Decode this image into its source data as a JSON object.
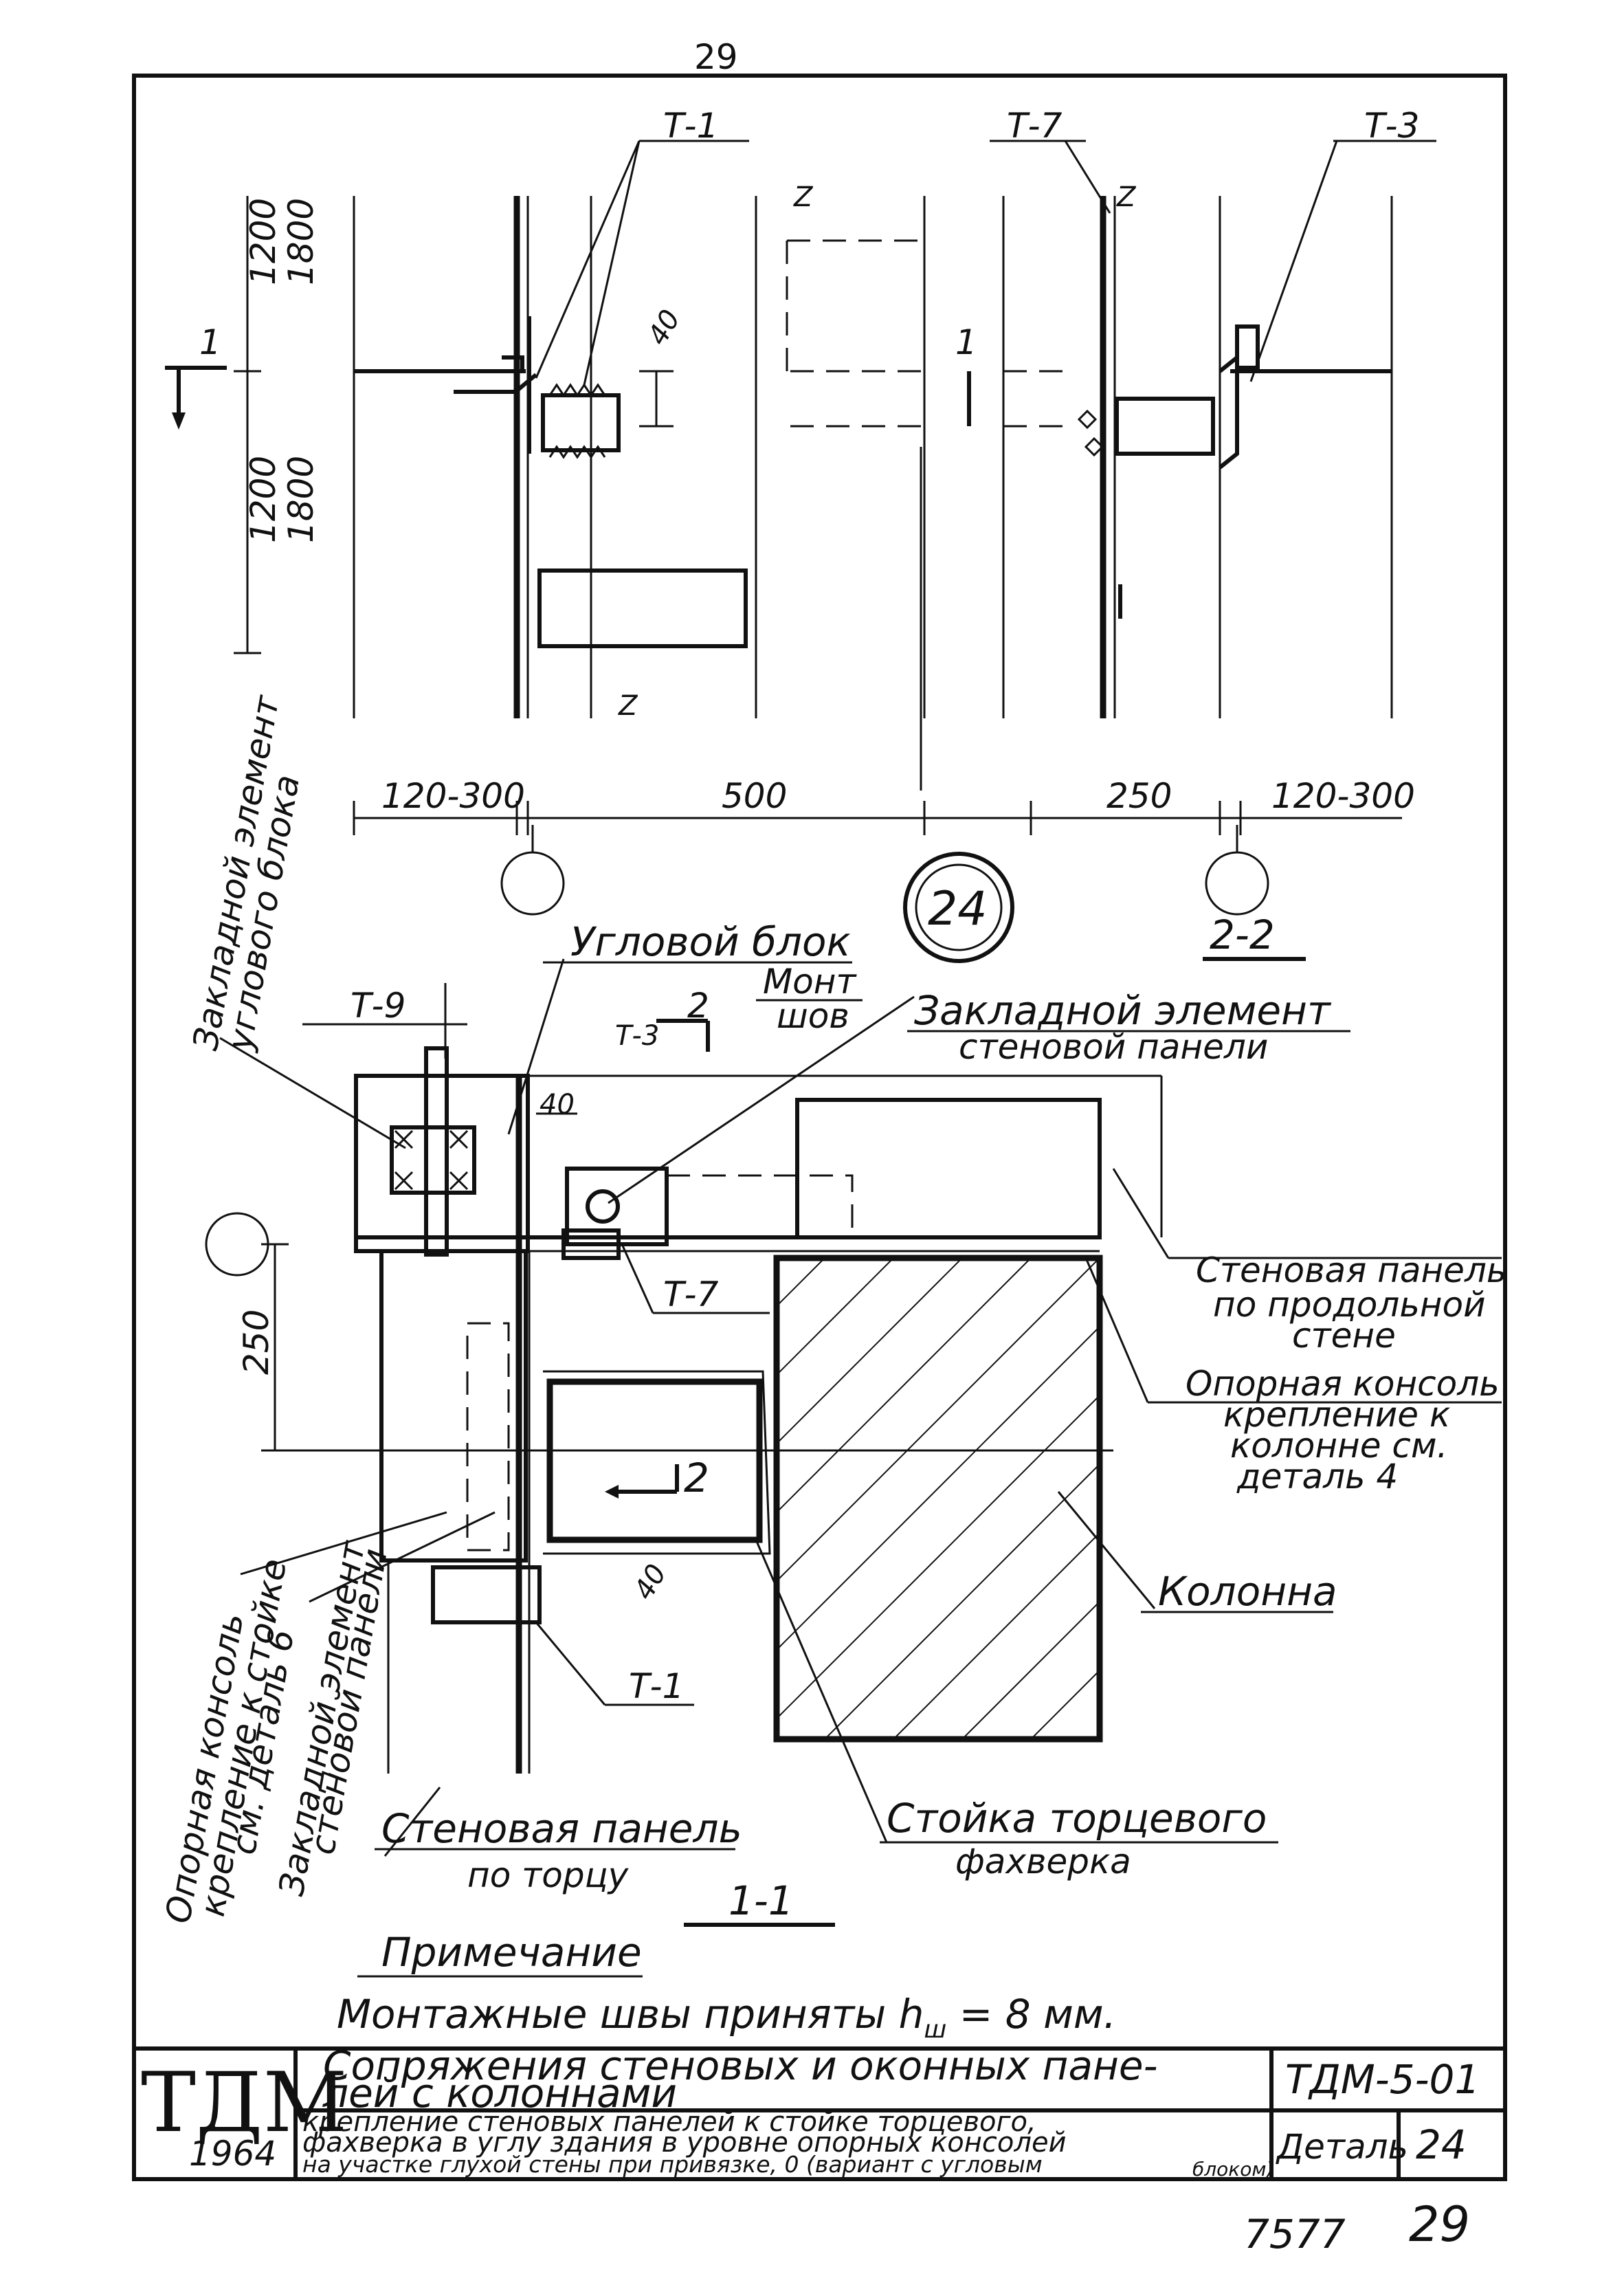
{
  "page_number_top": "29",
  "elevation": {
    "callouts": {
      "t1": "Т-1",
      "t7": "Т-7",
      "t3": "Т-3"
    },
    "dims_vertical": {
      "top_a": "1200",
      "top_b": "1800",
      "low_a": "1200",
      "low_b": "1800",
      "gap": "40"
    },
    "dims_horizontal": {
      "d1": "120-300",
      "d2": "500",
      "d3": "250",
      "d4": "120-300"
    },
    "section_marker": "1",
    "break_mark": "Z",
    "detail_number": "24",
    "section_title": "2-2"
  },
  "plan": {
    "labels": {
      "corner_block": "Угловой блок",
      "t9": "Т-9",
      "t3": "Т-3",
      "section2_top": "2",
      "mont_shov_1": "Монт",
      "mont_shov_2": "шов",
      "embed_panel_1": "Закладной элемент",
      "embed_panel_2": "стеновой панели",
      "dim40_top": "40",
      "dim250": "250",
      "t7": "Т-7",
      "long_panel_1": "Стеновая панель",
      "long_panel_2": "по продольной",
      "long_panel_3": "стене",
      "console_1": "Опорная консоль",
      "console_2": "крепление к",
      "console_3": "колонне см.",
      "console_4": "деталь 4",
      "section2_bottom": "2",
      "dim40_bot": "40",
      "column": "Колонна",
      "t1": "Т-1",
      "end_panel_1": "Стеновая панель",
      "end_panel_2": "по торцу",
      "post_1": "Стойка торцевого",
      "post_2": "фахверка",
      "section_title": "1-1"
    },
    "vertical_labels": {
      "embed_corner_1": "Закладной элемент",
      "embed_corner_2": "углового блока",
      "console_left_1": "Опорная консоль",
      "console_left_2": "крепление к стойке",
      "console_left_3": "см. деталь 6",
      "embed_left_1": "Закладной элемент",
      "embed_left_2": "стеновой панели"
    }
  },
  "note": {
    "title": "Примечание",
    "text": "Монтажные швы приняты h",
    "sub": "ш",
    "tail": " = 8 мм."
  },
  "title_block": {
    "stamp": "ТДМ",
    "year": "1964",
    "title_1": "Сопряжения стеновых и оконных пане-",
    "title_2": "лей с колоннами",
    "subtitle_1": "крепление стеновых панелей к стойке торцевого,",
    "subtitle_2": "фахверка в углу здания в уровне опорных консолей",
    "subtitle_3": "на участке глухой стены при привязке, 0 (вариант с угловым",
    "subtitle_4": "блоком)",
    "code": "ТДМ-5-01",
    "detail_label": "Деталь",
    "detail_no": "24"
  },
  "footer": {
    "inventory": "7577",
    "page": "29"
  }
}
